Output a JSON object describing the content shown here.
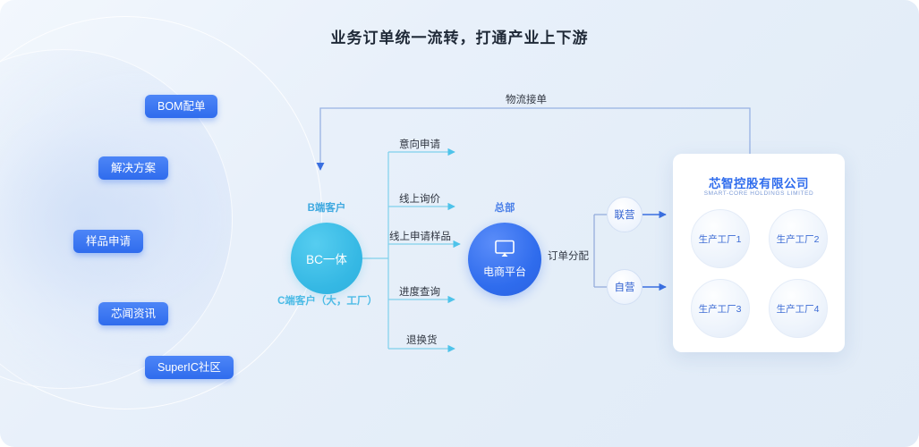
{
  "header": {
    "title": "业务订单统一流转，打通产业上下游"
  },
  "sidebar": {
    "items": [
      {
        "label": "BOM配单"
      },
      {
        "label": "解决方案"
      },
      {
        "label": "样品申请"
      },
      {
        "label": "芯闻资讯"
      },
      {
        "label": "SuperIC社区"
      }
    ]
  },
  "customer_node": {
    "top_label": "B端客户",
    "circle_label": "BC一体",
    "bottom_label": "C端客户（大，工厂）"
  },
  "flows": {
    "items": [
      {
        "label": "意向申请"
      },
      {
        "label": "线上询价"
      },
      {
        "label": "线上申请样品"
      },
      {
        "label": "进度查询"
      },
      {
        "label": "退换货"
      }
    ]
  },
  "headquarters": {
    "top_label": "总部",
    "circle_label": "电商平台",
    "icon": "monitor-icon"
  },
  "dispatch": {
    "label": "订单分配",
    "branches": [
      {
        "label": "联营"
      },
      {
        "label": "自营"
      }
    ]
  },
  "logistics": {
    "label": "物流接单"
  },
  "company": {
    "name": "芯智控股有限公司",
    "subtitle": "SMART-CORE HOLDINGS LIMITED",
    "factories": [
      {
        "label": "生产工厂1"
      },
      {
        "label": "生产工厂2"
      },
      {
        "label": "生产工厂3"
      },
      {
        "label": "生产工厂4"
      }
    ]
  },
  "colors": {
    "accent_blue": "#2f6ced",
    "accent_cyan": "#35b8e4",
    "background": "#e3edf8",
    "card": "#ffffff",
    "title_text": "#1f2937"
  }
}
